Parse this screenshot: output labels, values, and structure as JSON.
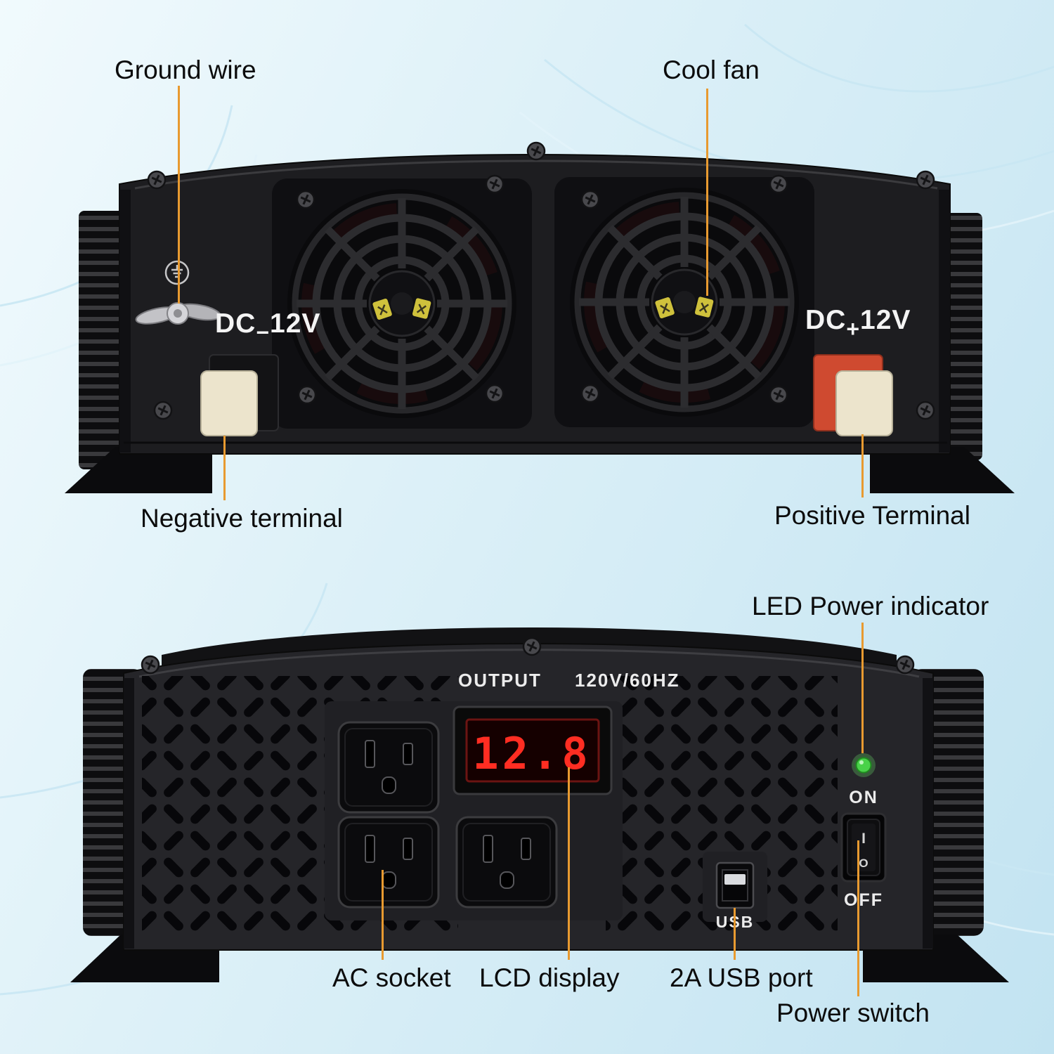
{
  "accent_color": "#e89a30",
  "rear_view": {
    "callouts": {
      "ground_wire": "Ground wire",
      "cool_fan": "Cool fan",
      "negative_terminal": "Negative terminal",
      "positive_terminal": "Positive Terminal"
    },
    "panel": {
      "dc_negative": {
        "prefix": "DC",
        "sign": "−",
        "suffix": "12V"
      },
      "dc_positive": {
        "prefix": "DC",
        "sign": "+",
        "suffix": "12V"
      }
    }
  },
  "front_view": {
    "callouts": {
      "led_power_indicator": "LED Power indicator",
      "ac_socket": "AC socket",
      "lcd_display": "LCD display",
      "usb_port": "2A USB port",
      "power_switch": "Power switch"
    },
    "panel": {
      "output_label": "OUTPUT",
      "output_value": "120V/60HZ",
      "lcd_reading": "12.8",
      "led_on_label": "ON",
      "switch_off_label": "OFF",
      "usb_label": "USB",
      "rocker_on_mark": "I",
      "rocker_off_mark": "O"
    }
  }
}
